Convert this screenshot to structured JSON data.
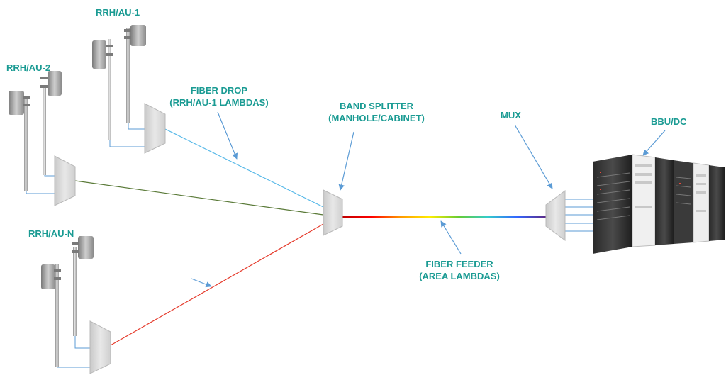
{
  "colors": {
    "label": "#1a9b93",
    "arrow": "#5b9bd5",
    "drop_au1": "#55b8e8",
    "drop_au2": "#5a7a38",
    "drop_aun": "#e53a2b",
    "splitter_fill": "#d9d9d9",
    "pole": "#b9b9b9",
    "feeder_gradient": [
      "#c00000",
      "#ff0000",
      "#ff9900",
      "#ffee00",
      "#66cc33",
      "#33cccc",
      "#3366ff",
      "#5b2a86"
    ]
  },
  "labels": {
    "rrh_au1": "RRH/AU-1",
    "rrh_au2": "RRH/AU-2",
    "rrh_aun": "RRH/AU-N",
    "fiber_drop_line1": "FIBER DROP",
    "fiber_drop_line2": "(RRH/AU-1 LAMBDAS)",
    "band_splitter_line1": "BAND SPLITTER",
    "band_splitter_line2": "(MANHOLE/CABINET)",
    "mux": "MUX",
    "bbu_dc": "BBU/DC",
    "fiber_feeder_line1": "FIBER FEEDER",
    "fiber_feeder_line2": "(AREA LAMBDAS)"
  },
  "icons": {
    "antenna": "antenna-mast-icon",
    "splitter": "trapezoid-splitter-icon",
    "server": "server-rack-icon"
  }
}
